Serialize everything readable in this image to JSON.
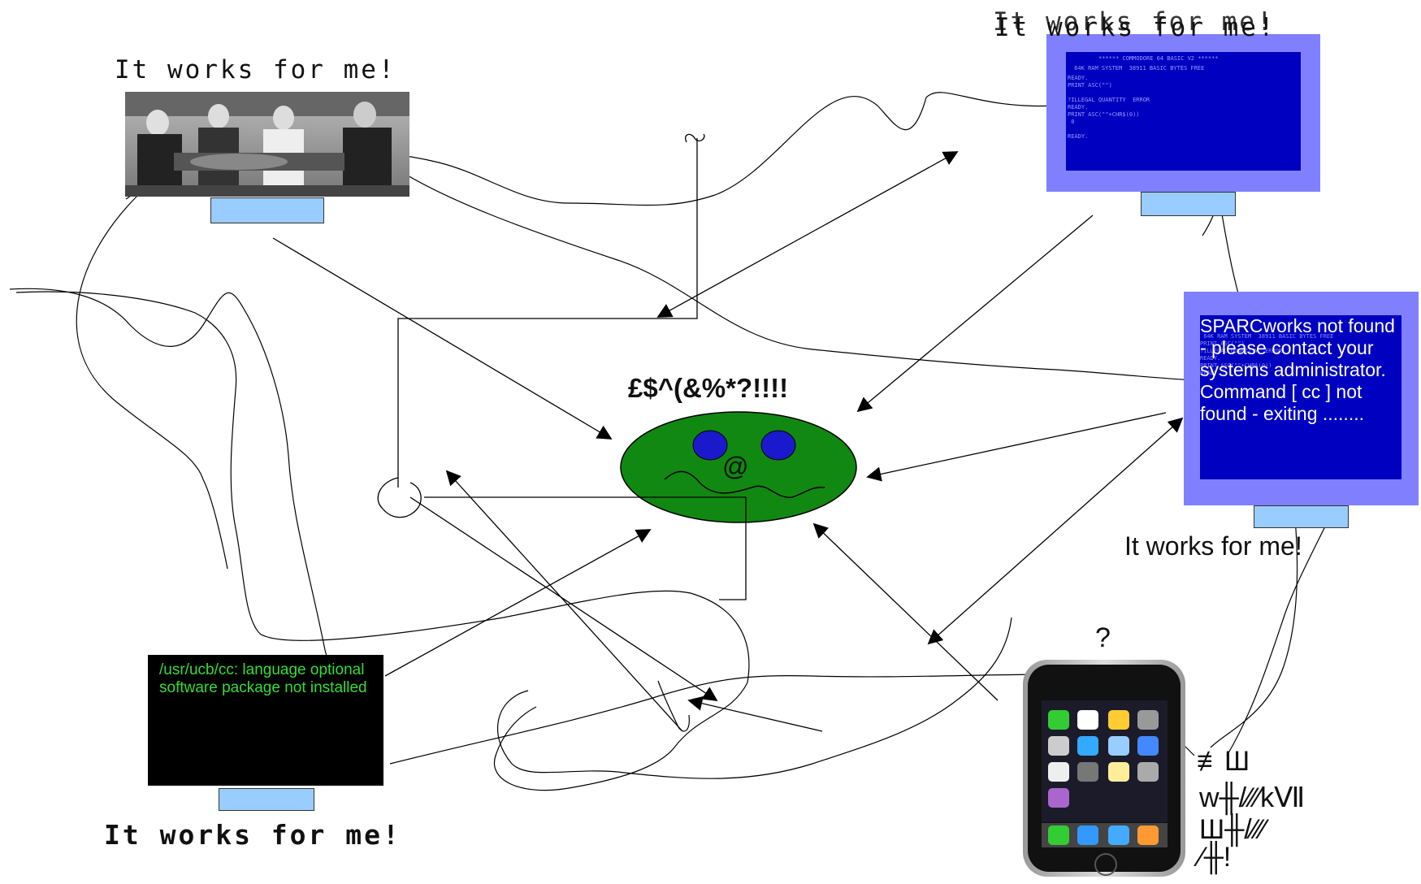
{
  "title_top": "It works for me!",
  "curse": "£$^(&%*?!!!!",
  "face_mouth": "@",
  "label_topleft": "It works for me!",
  "label_sparc": "It works for me!",
  "label_terminal": "It works for me!",
  "question": "?",
  "sparc_message": "SPARCworks not found - please contact your systems administrator. Command [ cc ] not found - exiting ........",
  "terminal_message": "/usr/ucb/cc: language optional software package not installed",
  "scribble_lines": [
    "≢Ш",
    "w╫/⁄⁄⁄kⅦ",
    "Ш╫/⁄⁄⁄",
    "⁄╫!"
  ],
  "c64_screen": {
    "header": "****** COMMODORE 64 BASIC V2 ******",
    "line2": " 64K RAM SYSTEM  38911 BASIC BYTES FREE",
    "body": "READY.\nPRINT ASC(\"\")\n\n?ILLEGAL QUANTITY  ERROR\nREADY.\nPRINT ASC(\"\"+CHR$(0))\n 0\n\nREADY."
  },
  "sparc_bg_screen": " 64K RAM SYSTEM  38911 BASIC BYTES FREE\nPRINT ASC(\"\")\n?ILLEGAL QUANTITY  ERROR\nREADY.\nPRINT ASC(\"\"+CHR$(0))\nREADY.",
  "colors": {
    "face": "#118811",
    "eyes": "#1a1acc",
    "monitor_frame": "#8080ff",
    "monitor_screen": "#0000c0",
    "stand": "#99ccff",
    "terminal_text": "#33dd33"
  }
}
